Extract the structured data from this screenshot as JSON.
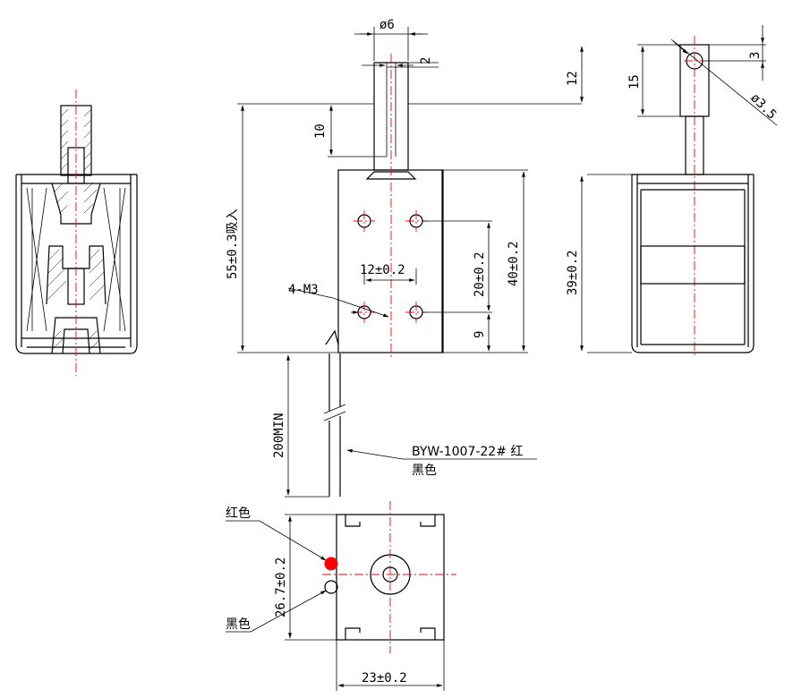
{
  "dimensions": {
    "pin_diameter": "ø6",
    "slot_width": "2",
    "pin_top_height": "12",
    "slot_depth": "10",
    "overall_length": "55±0.3吸入",
    "hole_spacing_h": "12±0.2",
    "hole_spacing_v": "20±0.2",
    "body_height": "40±0.2",
    "bottom_offset": "9",
    "thread_callout": "4-M3",
    "lead_length": "200MIN",
    "side_eye_height": "15",
    "side_hole_offset": "3",
    "side_hole_dia": "ø3.5",
    "side_body_height": "39±0.2",
    "bottom_depth": "26.7±0.2",
    "bottom_width": "23±0.2"
  },
  "labels": {
    "wire_spec": "BYW-1007-22# 红",
    "wire_black": "黑色",
    "red_wire": "红色",
    "black_wire": "黑色"
  },
  "colors": {
    "line": "#000000",
    "centerline": "#ff0000",
    "red_terminal": "#ff0000"
  }
}
